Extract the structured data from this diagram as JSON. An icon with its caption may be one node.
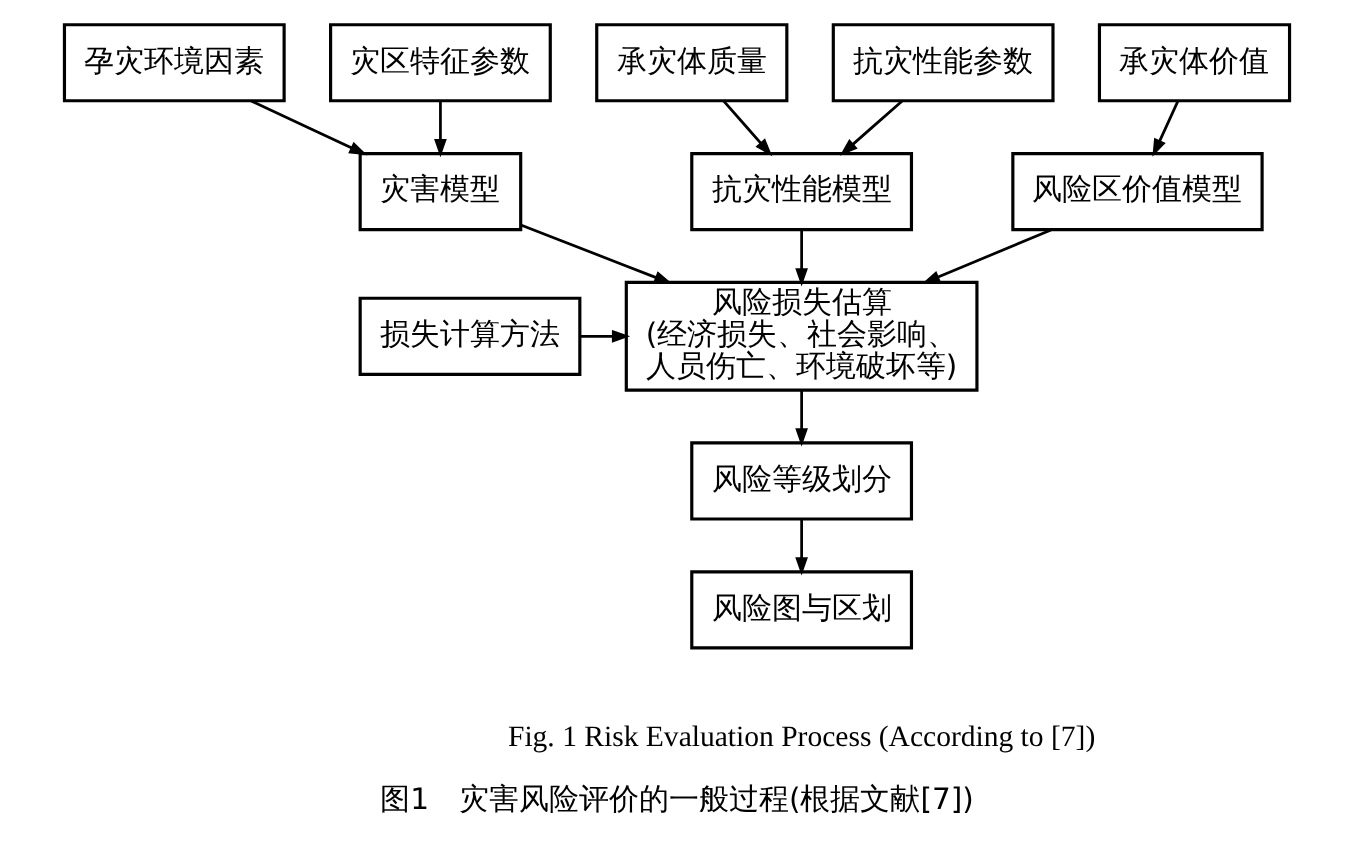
{
  "diagram": {
    "caption": "图1　灾害风险评价的一般过程(根据文献[7])",
    "nodes": [
      {
        "text": [
          "孕灾环境因素"
        ]
      },
      {
        "text": [
          "灾区特征参数"
        ]
      },
      {
        "text": [
          "承灾体质量"
        ]
      },
      {
        "text": [
          "抗灾性能参数"
        ]
      },
      {
        "text": [
          "承灾体价值"
        ]
      },
      {
        "text": [
          "灾害模型"
        ]
      },
      {
        "text": [
          "抗灾性能模型"
        ]
      },
      {
        "text": [
          "风险区价值模型"
        ]
      },
      {
        "text": [
          "损失计算方法"
        ]
      },
      {
        "text": [
          "风险损失估算",
          "(经济损失、社会影响、人员伤亡、环境破坏等)"
        ]
      },
      {
        "text": [
          "风险等级划分"
        ]
      },
      {
        "text": [
          "风险图与区划"
        ]
      }
    ],
    "edges": [
      {
        "from": 0,
        "to": 5,
        "arrow": "to"
      },
      {
        "from": 1,
        "to": 5,
        "arrow": "to"
      },
      {
        "from": 2,
        "to": 6,
        "arrow": "to"
      },
      {
        "from": 3,
        "to": 6,
        "arrow": "to"
      },
      {
        "from": 4,
        "to": 7,
        "arrow": "to"
      },
      {
        "from": 5,
        "to": 9,
        "arrow": "to"
      },
      {
        "from": 6,
        "to": 9,
        "arrow": "to"
      },
      {
        "from": 7,
        "to": 9,
        "arrow": "to"
      },
      {
        "from": 8,
        "to": 9,
        "arrow": "to"
      },
      {
        "from": 9,
        "to": 10,
        "arrow": "to"
      },
      {
        "from": 10,
        "to": 11,
        "arrow": "to"
      }
    ],
    "labels": [
      "Fig. 1 Risk Evaluation Process (According to [7])"
    ]
  }
}
